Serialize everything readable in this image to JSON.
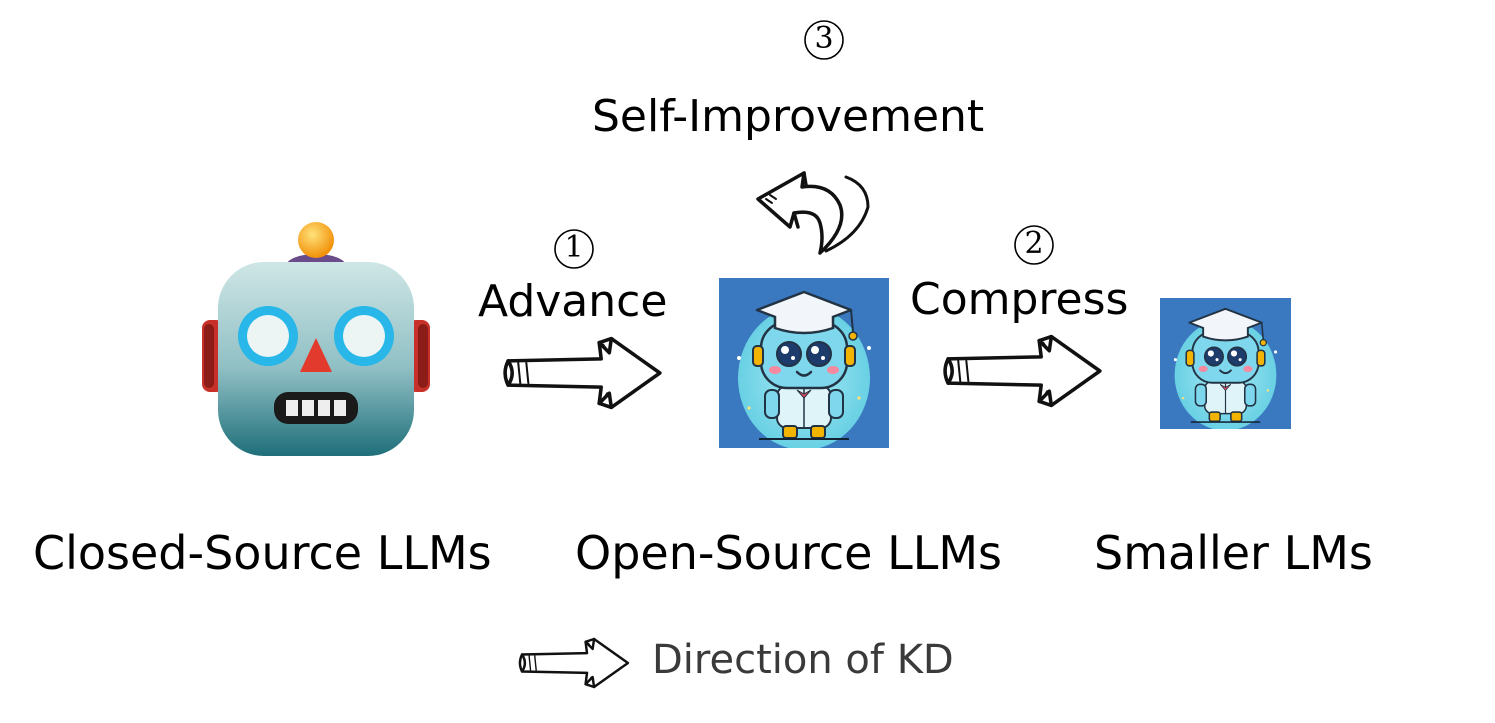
{
  "diagram": {
    "self_improvement": {
      "marker": "3",
      "label": "Self-Improvement"
    },
    "advance": {
      "marker": "1",
      "label": "Advance"
    },
    "compress": {
      "marker": "2",
      "label": "Compress"
    },
    "captions": {
      "closed_source": "Closed-Source LLMs",
      "open_source": "Open-Source LLMs",
      "smaller": "Smaller LMs"
    },
    "legend": {
      "text": "Direction of KD"
    }
  },
  "colors": {
    "robot_face": "#8fc3c8",
    "robot_eyes": "#29b6e8",
    "robot_nose": "#e23b2e",
    "robot_ears": "#c8302a",
    "robot_antenna": "#f5a300",
    "student_background": "#3a78c0",
    "student_body": "#7fd7ee"
  }
}
